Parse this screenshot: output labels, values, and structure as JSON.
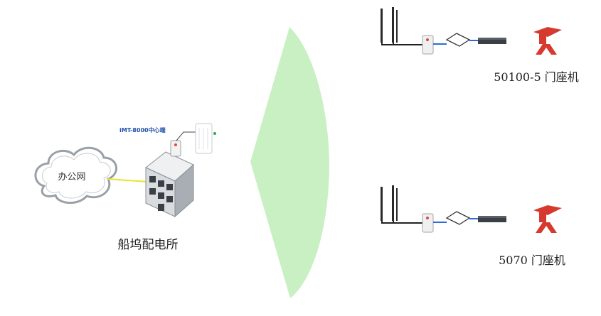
{
  "office_network": {
    "label": "办公网"
  },
  "center_station": {
    "device_label": "iMT-8000中心端",
    "building_label": "船坞配电所"
  },
  "remote_sites": [
    {
      "label": "50100-5 门座机"
    },
    {
      "label": "5070 门座机"
    }
  ],
  "colors": {
    "wireless_beam": "#c9f0c2",
    "ethernet_link": "#e6e62a",
    "device_label_blue": "#1f4fa8",
    "crane_red": "#d63a2e",
    "cable_blue": "#2d6bd6"
  }
}
